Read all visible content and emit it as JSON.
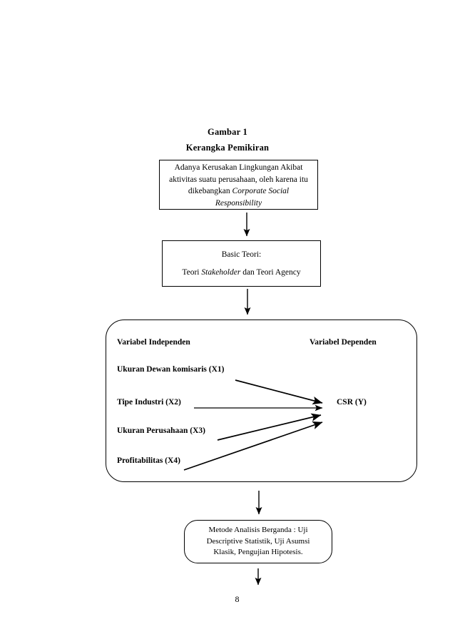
{
  "figure": {
    "title": "Gambar 1",
    "subtitle": "Kerangka Pemikiran"
  },
  "boxes": {
    "problem": {
      "name": "problem-statement-box",
      "lines": [
        "Adanya Kerusakan Lingkungan Akibat",
        "aktivitas suatu perusahaan, oleh karena itu",
        "dikebangkan Corporate Social",
        "Responsibility"
      ],
      "italic_terms": [
        "Corporate Social",
        "Responsibility"
      ]
    },
    "theory": {
      "name": "basic-theory-box",
      "heading": "Basic Teori:",
      "body_prefix": "Teori ",
      "body_italic": "Stakeholder",
      "body_suffix": " dan Teori Agency"
    },
    "framework": {
      "name": "research-framework-box",
      "independent_header": "Variabel Independen",
      "dependent_header": "Variabel Dependen",
      "independent_variables": [
        "Ukuran Dewan komisaris (X1)",
        "Tipe Industri (X2)",
        "Ukuran Perusahaan (X3)",
        "Profitabilitas (X4)"
      ],
      "dependent_variable": "CSR (Y)"
    },
    "method": {
      "name": "analysis-method-box",
      "lines": [
        "Metode Analisis Berganda : Uji",
        "Descriptive Statistik, Uji Asumsi",
        "Klasik, Pengujian Hipotesis."
      ]
    }
  },
  "connectors": [
    {
      "name": "arrow-problem-to-theory",
      "type": "vertical-arrow"
    },
    {
      "name": "arrow-theory-to-framework",
      "type": "vertical-arrow"
    },
    {
      "name": "arrow-framework-to-method",
      "type": "vertical-arrow"
    },
    {
      "name": "arrow-method-to-next",
      "type": "vertical-arrow"
    },
    {
      "name": "arrow-x1-to-csr",
      "type": "diagonal-arrow"
    },
    {
      "name": "arrow-x2-to-csr",
      "type": "horizontal-arrow"
    },
    {
      "name": "arrow-x3-to-csr",
      "type": "diagonal-arrow"
    },
    {
      "name": "arrow-x4-to-csr",
      "type": "diagonal-arrow"
    }
  ],
  "footer": {
    "page_number": "8"
  },
  "colors": {
    "ink": "#000000",
    "paper": "#ffffff"
  }
}
